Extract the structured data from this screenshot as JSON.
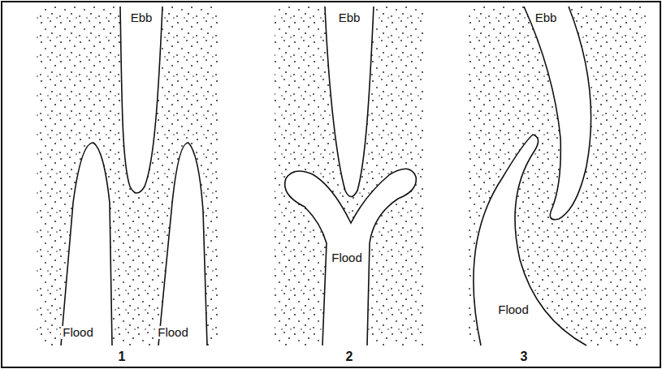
{
  "diagram": {
    "labels": [
      "Ebb",
      "Flood",
      "Flood",
      "1",
      "Ebb",
      "Flood",
      "2",
      "Ebb",
      "Flood",
      "3"
    ]
  }
}
